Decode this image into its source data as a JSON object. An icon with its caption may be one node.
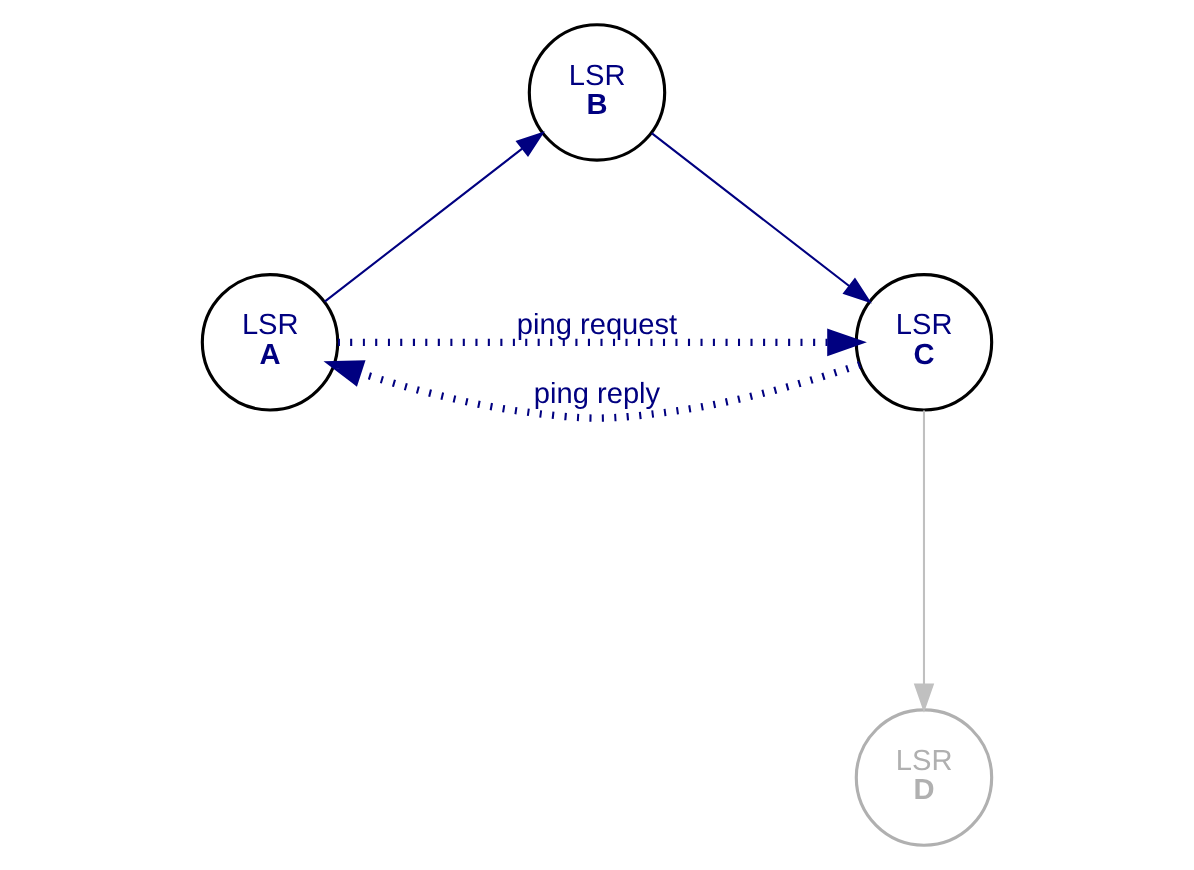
{
  "diagram": {
    "nodes": [
      {
        "text": [
          "LSR",
          "A"
        ]
      },
      {
        "text": [
          "LSR",
          "B"
        ]
      },
      {
        "text": [
          "LSR",
          "C"
        ]
      },
      {
        "text": [
          "LSR",
          "D"
        ]
      }
    ],
    "edges": [
      {
        "from": 0,
        "to": 1,
        "arrow": "to"
      },
      {
        "from": 1,
        "to": 2,
        "arrow": "to"
      },
      {
        "from": 0,
        "to": 2,
        "arrow": "to",
        "label": "ping request",
        "style": "dashed"
      },
      {
        "from": 2,
        "to": 0,
        "arrow": "to",
        "label": "ping reply",
        "style": "dashed"
      },
      {
        "from": 2,
        "to": 3,
        "arrow": "to",
        "color": "#c0c0c0"
      }
    ]
  }
}
